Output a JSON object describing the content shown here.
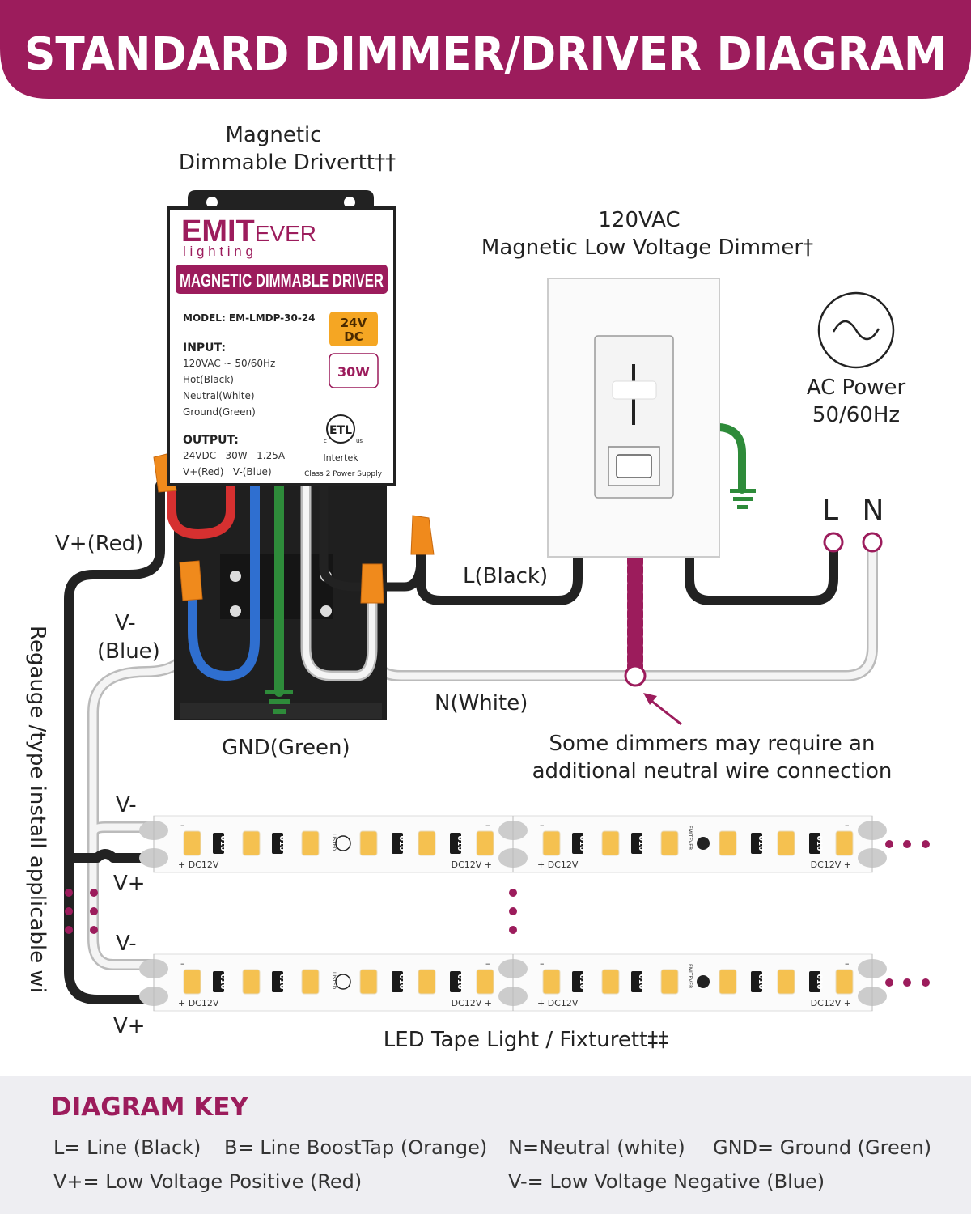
{
  "header": {
    "title": "STANDARD  DIMMER/DRIVER DIAGRAM"
  },
  "colors": {
    "brand": "#9c1c5c",
    "black_wire": "#222222",
    "red_wire": "#d63030",
    "blue_wire": "#2f6fd0",
    "green_wire": "#2e8b3a",
    "white_wire": "#f2f2f2",
    "orange_nut": "#f08a1c",
    "key_bg": "#eeeef2"
  },
  "driver": {
    "caption_line1": "Magnetic",
    "caption_line2": "Dimmable Drivertt††",
    "brand_bold": "EMIT",
    "brand_light": "EVER",
    "brand_sub": "l i g h t i n g",
    "banner": "MAGNETIC DIMMABLE DRIVER",
    "model": "MODEL: EM-LMDP-30-24",
    "voltage_badge_1": "24V",
    "voltage_badge_2": "DC",
    "watt_badge": "30W",
    "input_title": "INPUT:",
    "input_lines": [
      "120VAC ~ 50/60Hz",
      "Hot(Black)",
      "Neutral(White)",
      "Ground(Green)"
    ],
    "output_title": "OUTPUT:",
    "output_lines": [
      "24VDC   30W   1.25A",
      "V+(Red)   V-(Blue)"
    ],
    "cert_mark": "ETL",
    "cert_c": "c",
    "cert_us": "us",
    "cert_lab": "Intertek",
    "class_note": "Class 2 Power Supply"
  },
  "dimmer": {
    "caption_line1": "120VAC",
    "caption_line2": "Magnetic Low Voltage Dimmer†"
  },
  "ac_power": {
    "line1": "AC Power",
    "line2": "50/60Hz",
    "icon": "sine-wave-icon",
    "L": "L",
    "N": "N"
  },
  "wires": {
    "v_plus_red": "V+(Red)",
    "v_minus": "V-",
    "blue": "(Blue)",
    "l_black": "L(Black)",
    "n_white": "N(White)",
    "gnd_green": "GND(Green)",
    "strip_vminus": "V-",
    "strip_vplus": "V+",
    "side_note": "Regauge /type install applicable wi"
  },
  "note": {
    "line1": "Some dimmers may require an",
    "line2": "additional neutral wire connection"
  },
  "strip": {
    "resistor": "010",
    "left_label": "+ DC12V",
    "right_label": "DC12V +",
    "minus": "–",
    "ul_listed": "LISTED",
    "ul": "UL",
    "brand": "EMITEVER",
    "caption": "LED Tape Light / Fixturett‡‡"
  },
  "key": {
    "title": "DIAGRAM KEY",
    "row1": [
      "L= Line (Black)",
      "B= Line BoostTap (Orange)",
      "N=Neutral (white)",
      "GND= Ground (Green)"
    ],
    "row2": [
      "V+= Low Voltage Positive (Red)",
      "V-= Low Voltage Negative (Blue)"
    ]
  }
}
